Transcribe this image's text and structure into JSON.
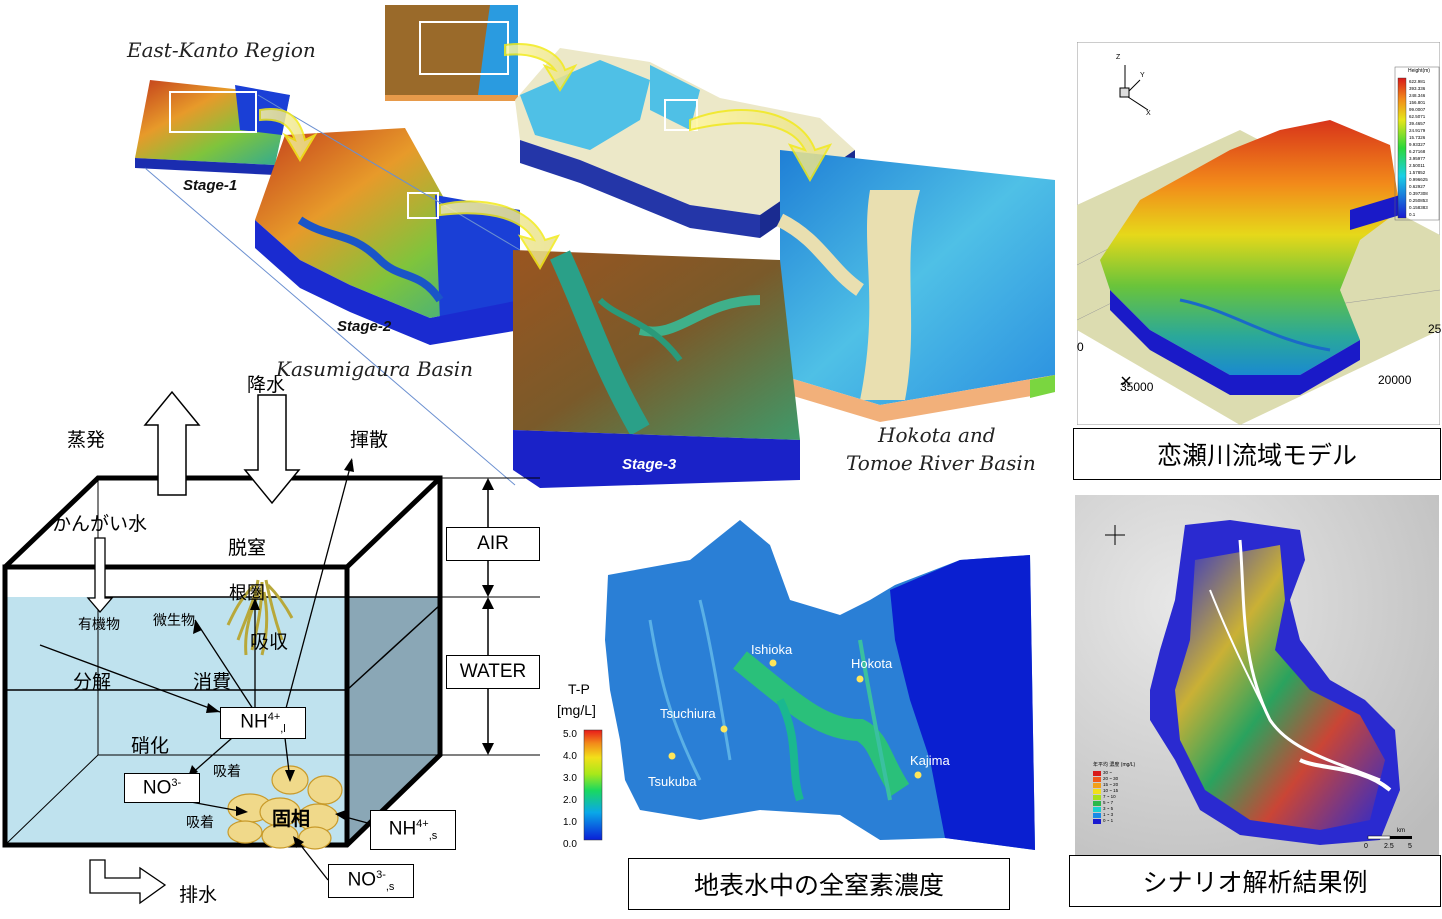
{
  "top_models": {
    "region_title": "East-Kanto Region",
    "stage1": "Stage-1",
    "stage2": "Stage-2",
    "stage3": "Stage-3",
    "basin": "Kasumigaura Basin",
    "hokota_line1": "Hokota and",
    "hokota_line2": "Tomoe River Basin"
  },
  "box_diagram": {
    "evaporation": "蒸発",
    "precipitation": "降水",
    "volatilization": "揮散",
    "irrigation": "かんがい水",
    "denitrification": "脱窒",
    "root_zone": "根圏",
    "organic": "有機物",
    "microbe": "微生物",
    "absorption": "吸収",
    "decomposition": "分解",
    "consumption": "消費",
    "nitrification": "硝化",
    "adsorption1": "吸着",
    "adsorption2": "吸着",
    "solid_phase": "固相",
    "drainage": "排水",
    "nh4_l": "NH4+,l",
    "no3": "NO3-",
    "nh4_s": "NH4+,s",
    "no3_s": "NO3-,s",
    "air": "AIR",
    "water": "WATER"
  },
  "tp_map": {
    "legend_title_line1": "T-P",
    "legend_title_line2": "[mg/L]",
    "legend_ticks": [
      "5.0",
      "4.0",
      "3.0",
      "2.0",
      "1.0",
      "0.0"
    ],
    "cities": [
      "Ishioka",
      "Hokota",
      "Tsuchiura",
      "Kajima",
      "Tsukuba"
    ],
    "caption": "地表水中の全窒素濃度"
  },
  "koise_model": {
    "axis_z": "Z",
    "axis_y": "Y",
    "axis_x": "X",
    "legend_title": "Height(m)",
    "legend_values": [
      "622.981",
      "393.336",
      "248.346",
      "156.801",
      "99.0007",
      "62.5071",
      "39.4657",
      "24.9179",
      "15.7326",
      "9.93327",
      "6.27168",
      "3.95977",
      "2.50011",
      "1.57852",
      "0.996625",
      "0.62927",
      "0.397308",
      "0.250853",
      "0.158383",
      "0.1"
    ],
    "tick_35000": "35000",
    "tick_20000": "20000",
    "tick_25": "25",
    "tick_0": "0",
    "caption": "恋瀬川流域モデル"
  },
  "scenario": {
    "legend_title": "年平均 濃度 (mg/L)",
    "legend_items": [
      "30 ~",
      "20 ~ 30",
      "15 ~ 20",
      "10 ~ 15",
      "7 ~ 10",
      "5 ~ 7",
      "3 ~ 5",
      "1 ~ 3",
      "0 ~ 1"
    ],
    "scale": [
      "0",
      "2.5",
      "5"
    ],
    "scale_unit": "km",
    "caption": "シナリオ解析結果例"
  },
  "colors": {
    "water_blue": "#0a2fd6",
    "terrain_red": "#d23a16",
    "terrain_green": "#2fae3a",
    "box_water": "#bfe2ee",
    "box_side": "#8aa7b6",
    "arrow_yellow": "#f2ea1a"
  }
}
